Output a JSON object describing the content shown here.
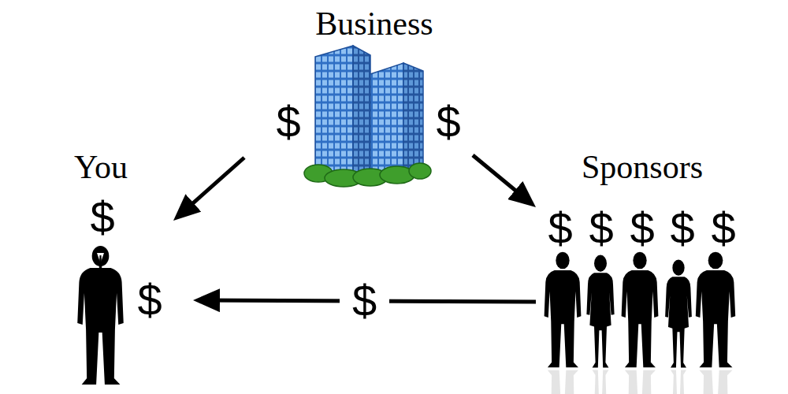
{
  "diagram": {
    "nodes": [
      {
        "text": [
          "Business",
          "$",
          "$"
        ]
      },
      {
        "text": [
          "You",
          "$",
          "$"
        ]
      },
      {
        "text": [
          "Sponsors",
          "$",
          "$",
          "$",
          "$",
          "$"
        ]
      }
    ],
    "edges": [
      {
        "from": 0,
        "to": 1,
        "arrow": "to"
      },
      {
        "from": 0,
        "to": 2,
        "arrow": "to"
      },
      {
        "from": 2,
        "to": 1,
        "arrow": "to",
        "label": "$"
      }
    ]
  }
}
